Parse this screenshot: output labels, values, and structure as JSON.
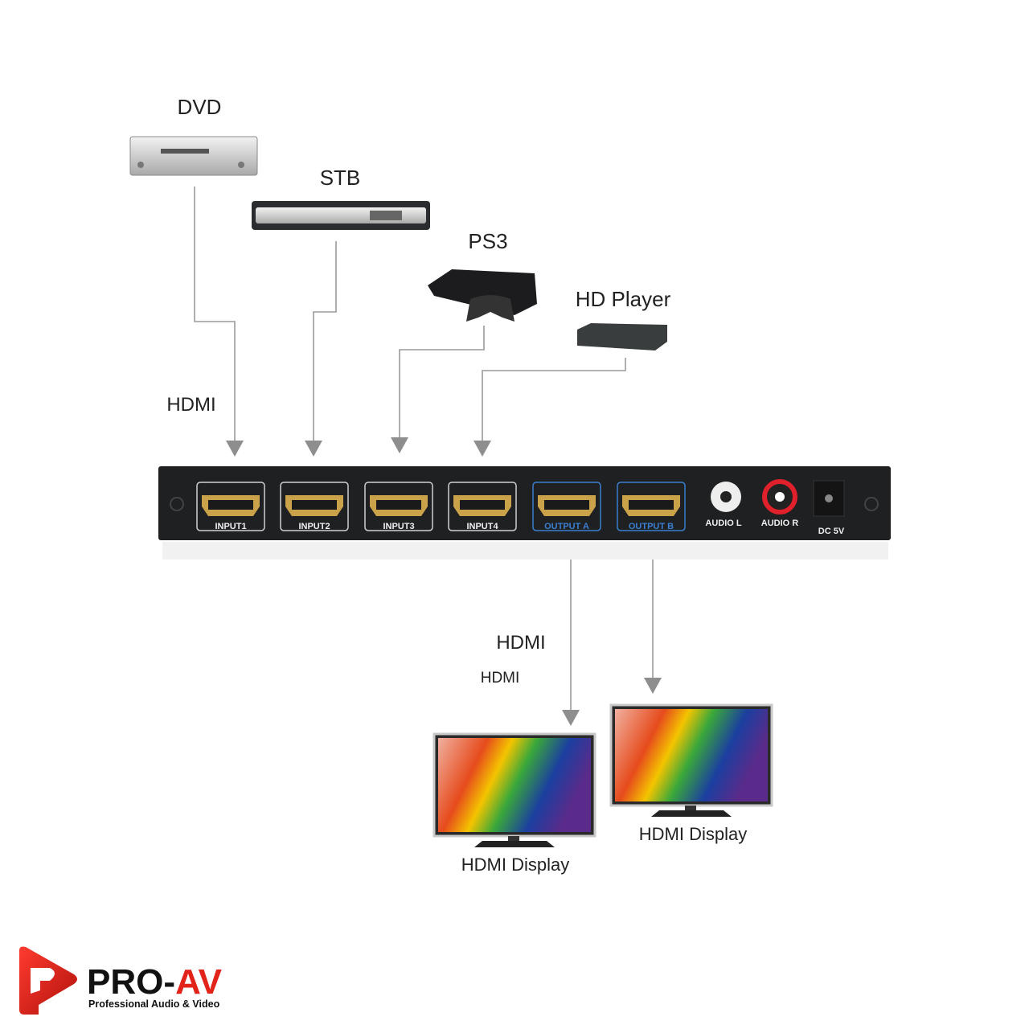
{
  "sources": {
    "dvd": "DVD",
    "stb": "STB",
    "ps3": "PS3",
    "hd_player": "HD Player"
  },
  "cable_labels": {
    "input": "HDMI",
    "output_large": "HDMI",
    "output_small": "HDMI"
  },
  "device": {
    "hdmi_ports": [
      {
        "label": "INPUT1",
        "type": "input"
      },
      {
        "label": "INPUT2",
        "type": "input"
      },
      {
        "label": "INPUT3",
        "type": "input"
      },
      {
        "label": "INPUT4",
        "type": "input"
      },
      {
        "label": "OUTPUT A",
        "type": "output"
      },
      {
        "label": "OUTPUT B",
        "type": "output"
      }
    ],
    "audio_l": "AUDIO L",
    "audio_r": "AUDIO R",
    "dc": "DC 5V"
  },
  "displays": [
    {
      "label": "HDMI Display"
    },
    {
      "label": "HDMI Display"
    }
  ],
  "logo": {
    "brand_a": "PRO-",
    "brand_b": "AV",
    "tagline": "Professional Audio & Video"
  },
  "colors": {
    "panel": "#1f2022",
    "output_blue": "#3a7fd0",
    "brand_red": "#e2231a",
    "line": "#9a9a9a"
  }
}
